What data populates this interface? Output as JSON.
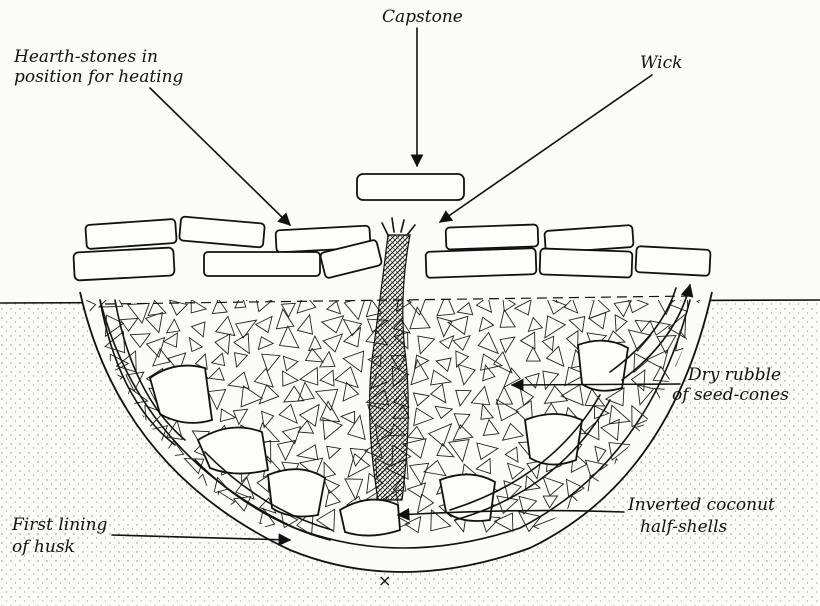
{
  "labels": {
    "capstone": "Capstone",
    "hearth_line1": "Hearth-stones in",
    "hearth_line2": "position for heating",
    "wick": "Wick",
    "rubble_line1": "Dry rubble",
    "rubble_line2": "of seed-cones",
    "coconut_line1": "Inverted coconut",
    "coconut_line2": "half-shells",
    "husk_line1": "First lining",
    "husk_line2": "of husk",
    "center_mark": "×"
  },
  "colors": {
    "ink": "#111111",
    "paper": "#fbfbf8"
  }
}
